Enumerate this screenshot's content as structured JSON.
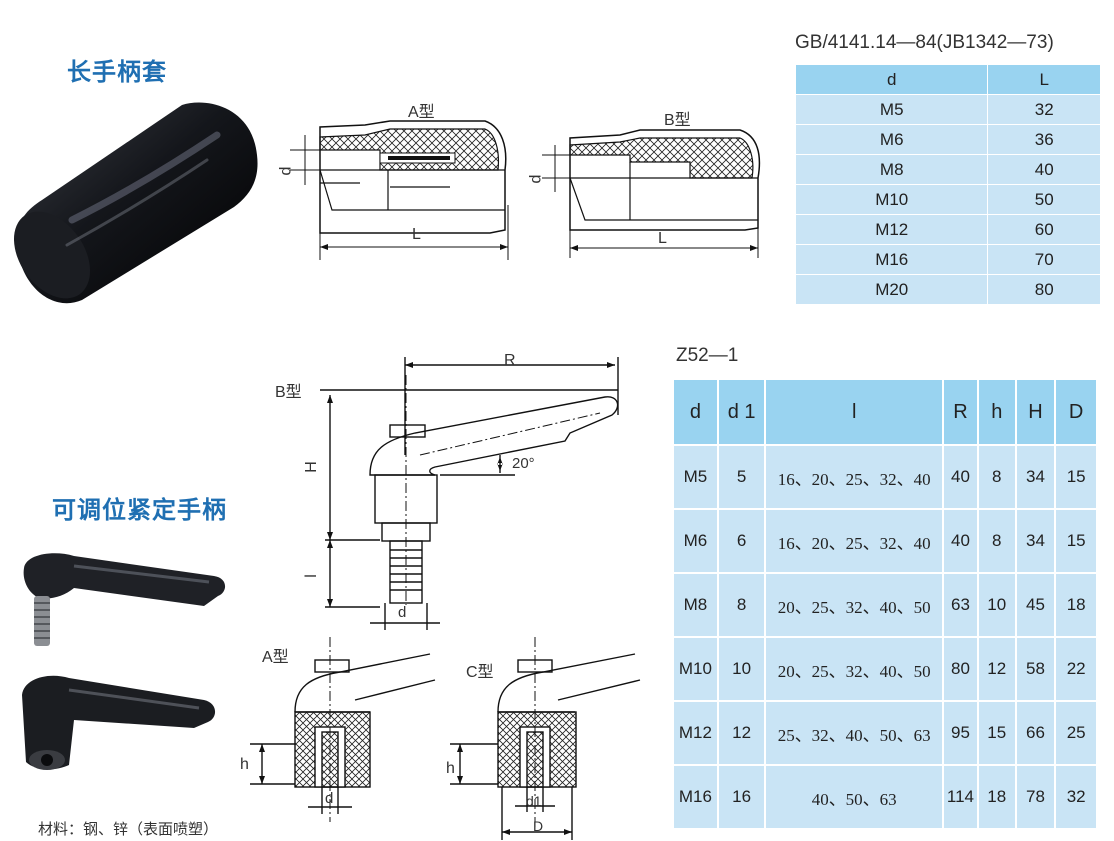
{
  "section1": {
    "title": "长手柄套",
    "standard": "GB/4141.14—84(JB1342—73)",
    "drawing_a_label": "A型",
    "drawing_b_label": "B型",
    "dim_d": "d",
    "dim_L": "L",
    "table": {
      "headers": [
        "d",
        "L"
      ],
      "rows": [
        [
          "M5",
          "32"
        ],
        [
          "M6",
          "36"
        ],
        [
          "M8",
          "40"
        ],
        [
          "M10",
          "50"
        ],
        [
          "M12",
          "60"
        ],
        [
          "M16",
          "70"
        ],
        [
          "M20",
          "80"
        ]
      ]
    }
  },
  "section2": {
    "title": "可调位紧定手柄",
    "standard": "Z52—1",
    "drawing_b_label": "B型",
    "drawing_a_label": "A型",
    "drawing_c_label": "C型",
    "dim_R": "R",
    "dim_H": "H",
    "dim_l": "l",
    "dim_d": "d",
    "dim_h": "h",
    "dim_d1": "d1",
    "dim_D": "D",
    "angle": "20°",
    "material": "材料：钢、锌（表面喷塑）",
    "table": {
      "headers": [
        "d",
        "d 1",
        "l",
        "R",
        "h",
        "H",
        "D"
      ],
      "rows": [
        [
          "M5",
          "5",
          "16、20、25、32、40",
          "40",
          "8",
          "34",
          "15"
        ],
        [
          "M6",
          "6",
          "16、20、25、32、40",
          "40",
          "8",
          "34",
          "15"
        ],
        [
          "M8",
          "8",
          "20、25、32、40、50",
          "63",
          "10",
          "45",
          "18"
        ],
        [
          "M10",
          "10",
          "20、25、32、40、50",
          "80",
          "12",
          "58",
          "22"
        ],
        [
          "M12",
          "12",
          "25、32、40、50、63",
          "95",
          "15",
          "66",
          "25"
        ],
        [
          "M16",
          "16",
          "40、50、63",
          "114",
          "18",
          "78",
          "32"
        ]
      ]
    }
  },
  "colors": {
    "title_blue": "#1f6fb2",
    "table_header": "#99d3f0",
    "table_cell": "#c9e4f5"
  },
  "icons": [
    "knob-photo",
    "lever-handle-photo-top",
    "lever-handle-photo-bottom"
  ]
}
